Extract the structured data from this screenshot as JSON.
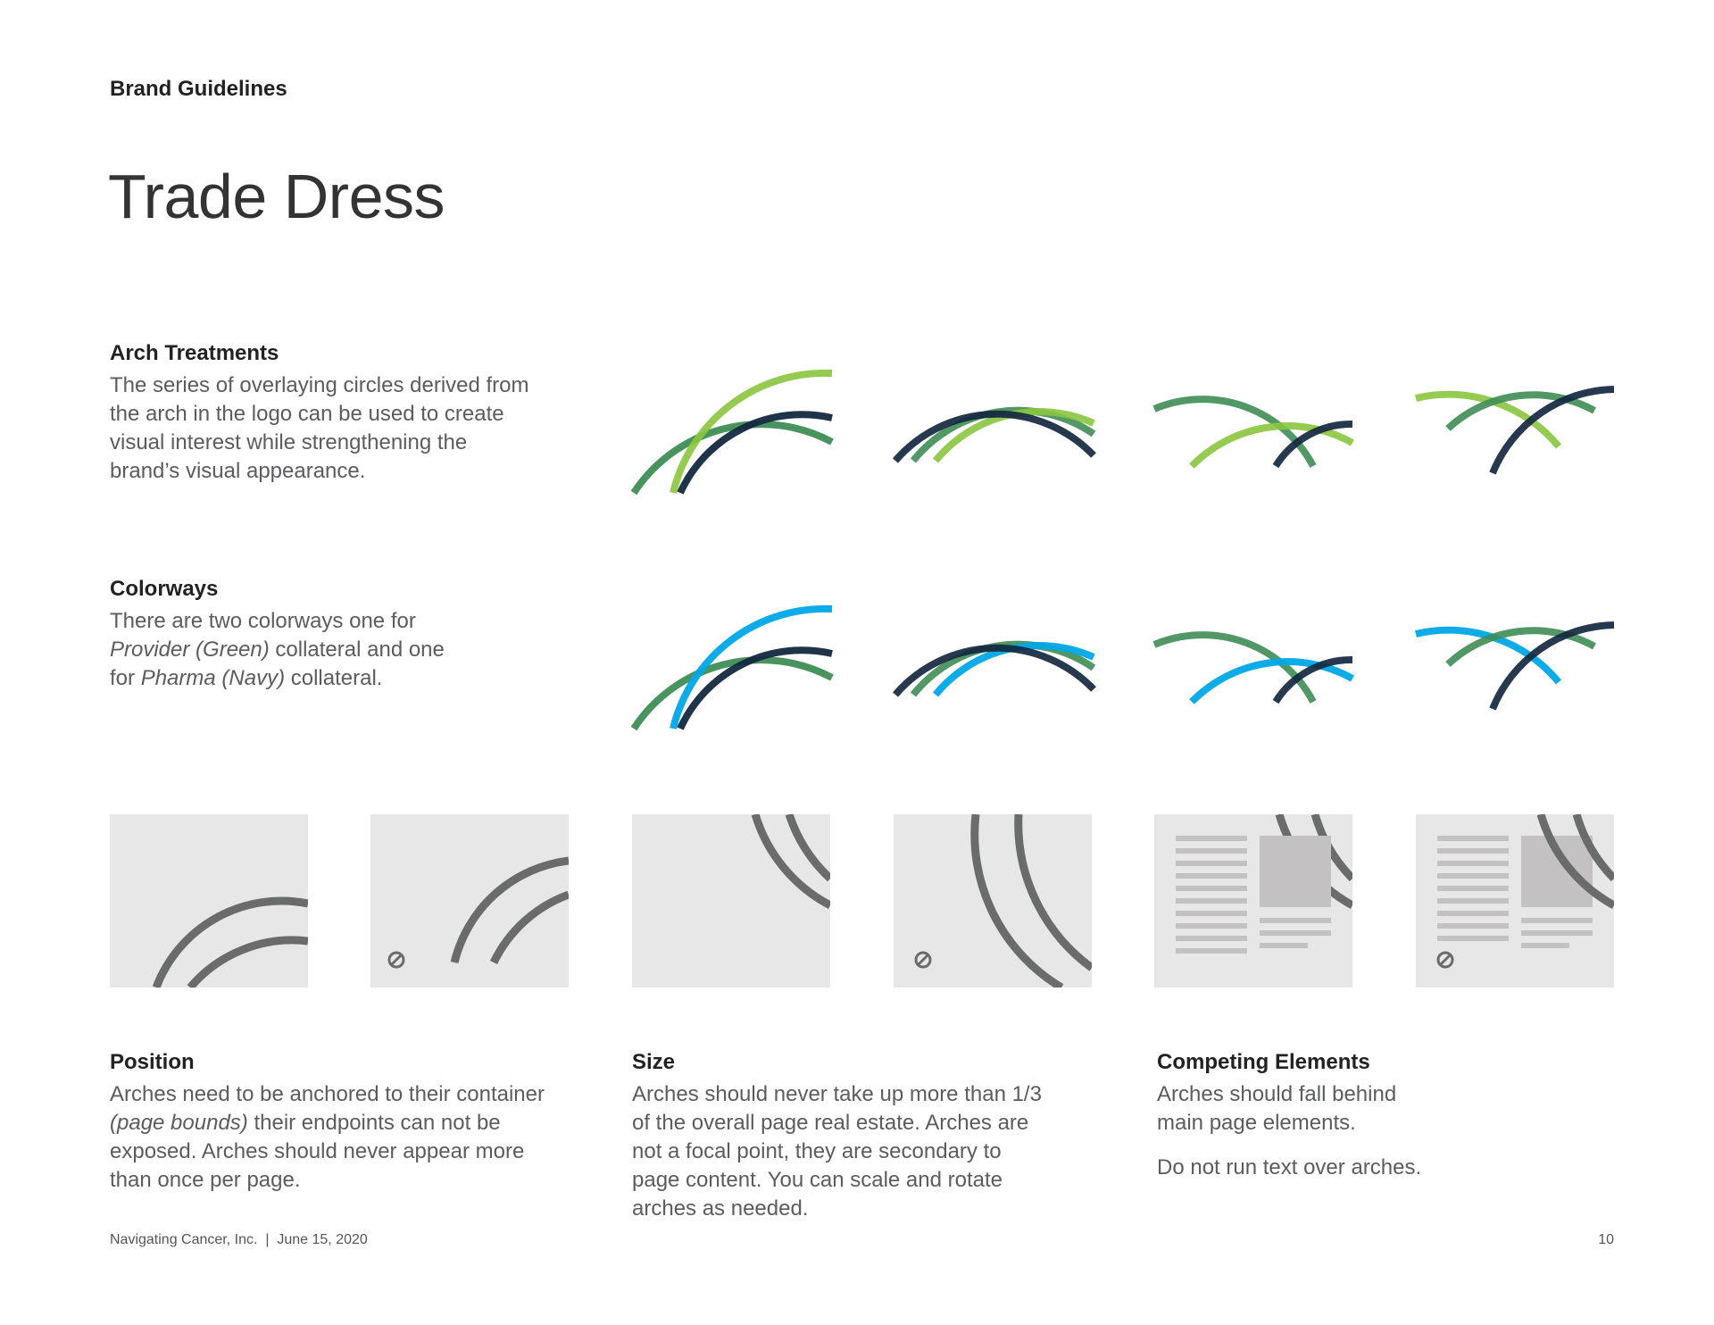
{
  "header": {
    "eyebrow": "Brand Guidelines",
    "title": "Trade Dress"
  },
  "colors": {
    "green": "#3f8d55",
    "lime": "#8bc53f",
    "navy": "#13283f",
    "cyan": "#00a6e6",
    "gray_arch": "#6a6b6b",
    "panel": "#e7e7e8",
    "placeholder": "#c3c1c1"
  },
  "sections": {
    "arch_treatments": {
      "heading": "Arch Treatments",
      "body": "The series of overlaying circles derived from the arch in the logo can be used to create visual interest while strengthening the brand’s visual appearance."
    },
    "colorways": {
      "heading": "Colorways",
      "body_line1": "There are two colorways one for",
      "body_em1": "Provider (Green)",
      "body_line2_rest": " collateral and one",
      "body_line3_pre": "for ",
      "body_em2": "Pharma (Navy)",
      "body_line3_rest": " collateral."
    },
    "position": {
      "heading": "Position",
      "body_pre": "Arches need to be anchored to their container ",
      "body_em": "(page bounds)",
      "body_post": " their endpoints can not be exposed. Arches should never appear more than once per page."
    },
    "size": {
      "heading": "Size",
      "body": "Arches should never take up more than 1/3 of the overall page real estate. Arches are not a focal point, they are secondary to page content. You can scale and rotate arches as needed."
    },
    "competing": {
      "heading": "Competing Elements",
      "body1": "Arches should fall behind main page elements.",
      "body2": "Do not run text over arches."
    }
  },
  "icons": {
    "prohibited": "prohibited-icon"
  },
  "footer": {
    "left": "Navigating Cancer, Inc.  |  June 15, 2020",
    "page_number": "10"
  }
}
